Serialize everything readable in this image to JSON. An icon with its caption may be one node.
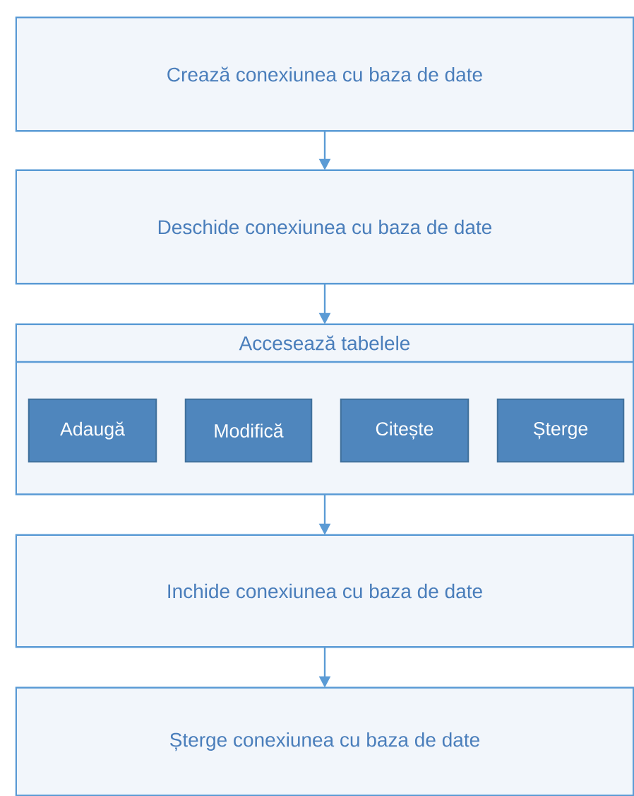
{
  "diagram": {
    "nodes": [
      {
        "text": [
          "Crează conexiunea cu baza de date"
        ]
      },
      {
        "text": [
          "Deschide conexiunea cu baza de date"
        ]
      },
      {
        "text": [
          "Accesează tabelele"
        ]
      },
      {
        "text": [
          "Adaugă"
        ],
        "in": 2
      },
      {
        "text": [
          "Modifică"
        ],
        "in": 2
      },
      {
        "text": [
          "Citește"
        ],
        "in": 2
      },
      {
        "text": [
          "Șterge"
        ],
        "in": 2
      },
      {
        "text": [
          "Inchide conexiunea cu baza de date"
        ]
      },
      {
        "text": [
          "Șterge conexiunea cu baza de date"
        ]
      }
    ],
    "edges": [
      {
        "from": 0,
        "to": 1,
        "arrow": "to"
      },
      {
        "from": 1,
        "to": 2,
        "arrow": "to"
      },
      {
        "from": 2,
        "to": 7,
        "arrow": "to"
      },
      {
        "from": 7,
        "to": 8,
        "arrow": "to"
      }
    ]
  }
}
